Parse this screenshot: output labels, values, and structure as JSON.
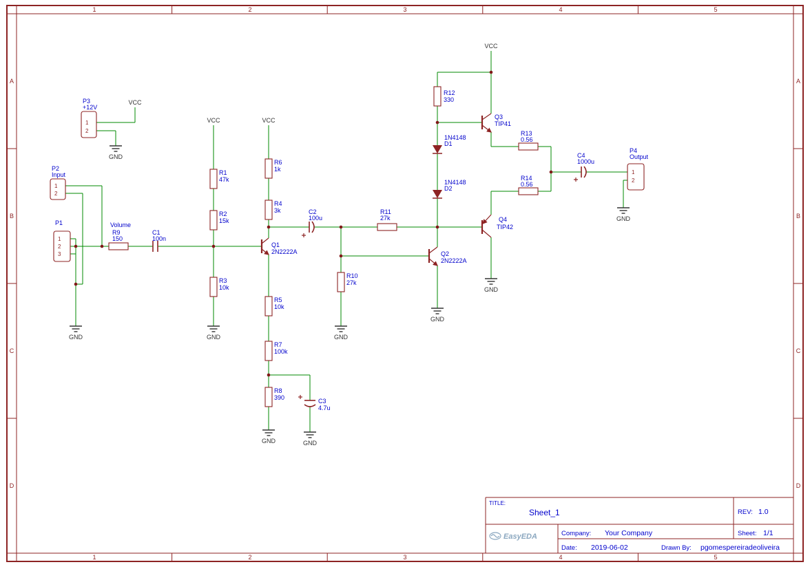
{
  "frame": {
    "columns": [
      "1",
      "2",
      "3",
      "4",
      "5"
    ],
    "rows": [
      "A",
      "B",
      "C",
      "D"
    ]
  },
  "net_labels": {
    "vcc": "VCC",
    "gnd": "GND"
  },
  "components": {
    "p1": {
      "ref": "P1",
      "pins": [
        "1",
        "2",
        "3"
      ]
    },
    "p2": {
      "ref": "P2",
      "value": "Input",
      "pins": [
        "1",
        "2"
      ]
    },
    "p3": {
      "ref": "P3",
      "value": "+12V",
      "pins": [
        "1",
        "2"
      ]
    },
    "p4": {
      "ref": "P4",
      "value": "Output",
      "pins": [
        "1",
        "2"
      ]
    },
    "r1": {
      "ref": "R1",
      "value": "47k"
    },
    "r2": {
      "ref": "R2",
      "value": "15k"
    },
    "r3": {
      "ref": "R3",
      "value": "10k"
    },
    "r4": {
      "ref": "R4",
      "value": "3k"
    },
    "r5": {
      "ref": "R5",
      "value": "10k"
    },
    "r6": {
      "ref": "R6",
      "value": "1k"
    },
    "r7": {
      "ref": "R7",
      "value": "100k"
    },
    "r8": {
      "ref": "R8",
      "value": "390"
    },
    "r9": {
      "ref": "R9",
      "value": "150",
      "label": "Volume"
    },
    "r10": {
      "ref": "R10",
      "value": "27k"
    },
    "r11": {
      "ref": "R11",
      "value": "27k"
    },
    "r12": {
      "ref": "R12",
      "value": "330"
    },
    "r13": {
      "ref": "R13",
      "value": "0.56"
    },
    "r14": {
      "ref": "R14",
      "value": "0.56"
    },
    "c1": {
      "ref": "C1",
      "value": "100n"
    },
    "c2": {
      "ref": "C2",
      "value": "100u"
    },
    "c3": {
      "ref": "C3",
      "value": "4.7u"
    },
    "c4": {
      "ref": "C4",
      "value": "1000u"
    },
    "d1": {
      "ref": "D1",
      "value": "1N4148"
    },
    "d2": {
      "ref": "D2",
      "value": "1N4148"
    },
    "q1": {
      "ref": "Q1",
      "value": "2N2222A"
    },
    "q2": {
      "ref": "Q2",
      "value": "2N2222A"
    },
    "q3": {
      "ref": "Q3",
      "value": "TIP41"
    },
    "q4": {
      "ref": "Q4",
      "value": "TIP42"
    }
  },
  "title_block": {
    "title_label": "TITLE:",
    "title": "Sheet_1",
    "rev_label": "REV:",
    "rev": "1.0",
    "company_label": "Company:",
    "company": "Your Company",
    "sheet_label": "Sheet:",
    "sheet": "1/1",
    "date_label": "Date:",
    "date": "2019-06-02",
    "drawn_by_label": "Drawn By:",
    "drawn_by": "pgomespereiradeoliveira",
    "logo": "EasyEDA"
  }
}
